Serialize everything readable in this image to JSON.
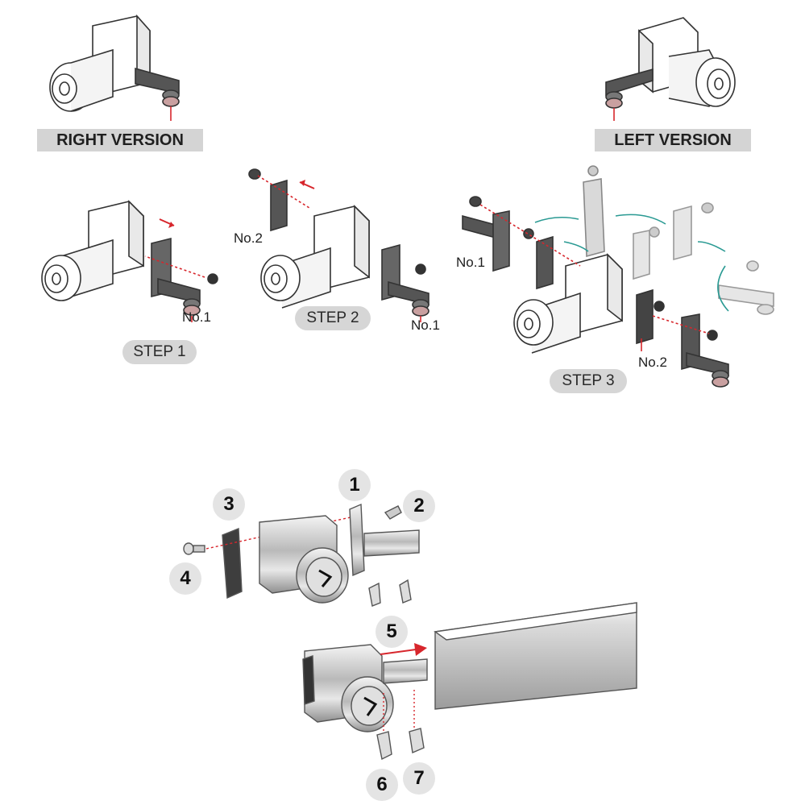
{
  "versions": {
    "right": "RIGHT VERSION",
    "left": "LEFT VERSION"
  },
  "steps": {
    "step1": "STEP 1",
    "step2": "STEP 2",
    "step3": "STEP 3"
  },
  "parts": {
    "step1_no1": "No.1",
    "step2_no2": "No.2",
    "step2_no1": "No.1",
    "step3_no1": "No.1",
    "step3_no2": "No.2"
  },
  "callouts": [
    "1",
    "2",
    "3",
    "4",
    "5",
    "6",
    "7"
  ],
  "colors": {
    "arrow_red": "#d7262c",
    "arrow_teal": "#2a9a93",
    "label_bg": "#d4d4d4",
    "pill_bg": "#d6d6d6",
    "metal_dark": "#555555"
  }
}
